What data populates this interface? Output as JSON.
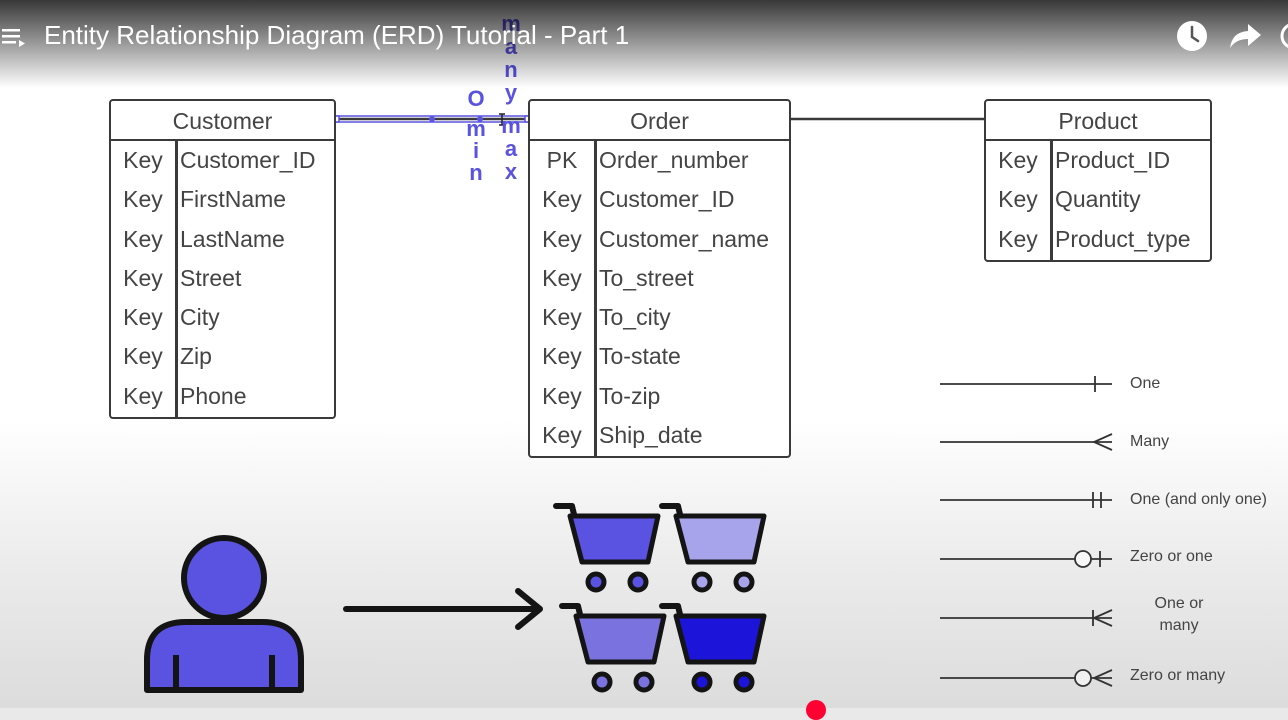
{
  "player": {
    "title": "Entity Relationship Diagram (ERD) Tutorial - Part 1",
    "icons": [
      "menu-icon",
      "watch-later-icon",
      "share-icon",
      "more-icon"
    ],
    "progress_marker_color": "#ff0033"
  },
  "annotations": {
    "min_label": [
      "O",
      "m",
      "i",
      "n"
    ],
    "max_label": [
      "m",
      "a",
      "n",
      "y",
      "m",
      "a",
      "x"
    ],
    "accent_color": "#5a52e0"
  },
  "entities": {
    "customer": {
      "title": "Customer",
      "rows": [
        {
          "key": "Key",
          "field": "Customer_ID"
        },
        {
          "key": "Key",
          "field": "FirstName"
        },
        {
          "key": "Key",
          "field": "LastName"
        },
        {
          "key": "Key",
          "field": "Street"
        },
        {
          "key": "Key",
          "field": "City"
        },
        {
          "key": "Key",
          "field": "Zip"
        },
        {
          "key": "Key",
          "field": "Phone"
        }
      ]
    },
    "order": {
      "title": "Order",
      "rows": [
        {
          "key": "PK",
          "field": "Order_number"
        },
        {
          "key": "Key",
          "field": "Customer_ID"
        },
        {
          "key": "Key",
          "field": "Customer_name"
        },
        {
          "key": "Key",
          "field": "To_street"
        },
        {
          "key": "Key",
          "field": "To_city"
        },
        {
          "key": "Key",
          "field": "To-state"
        },
        {
          "key": "Key",
          "field": "To-zip"
        },
        {
          "key": "Key",
          "field": "Ship_date"
        }
      ]
    },
    "product": {
      "title": "Product",
      "rows": [
        {
          "key": "Key",
          "field": "Product_ID"
        },
        {
          "key": "Key",
          "field": "Quantity"
        },
        {
          "key": "Key",
          "field": "Product_type"
        }
      ]
    }
  },
  "legend": {
    "one": "One",
    "many": "Many",
    "one_only": "One (and only one)",
    "zero_or_one": "Zero or one",
    "one_or_many_line1": "One or",
    "one_or_many_line2": "many",
    "zero_or_many": "Zero or many"
  },
  "illustration": {
    "person_color": "#5a52e0",
    "cart_colors": [
      "#5a52e0",
      "#a8a4ec",
      "#7a72de",
      "#1c14d8"
    ]
  }
}
